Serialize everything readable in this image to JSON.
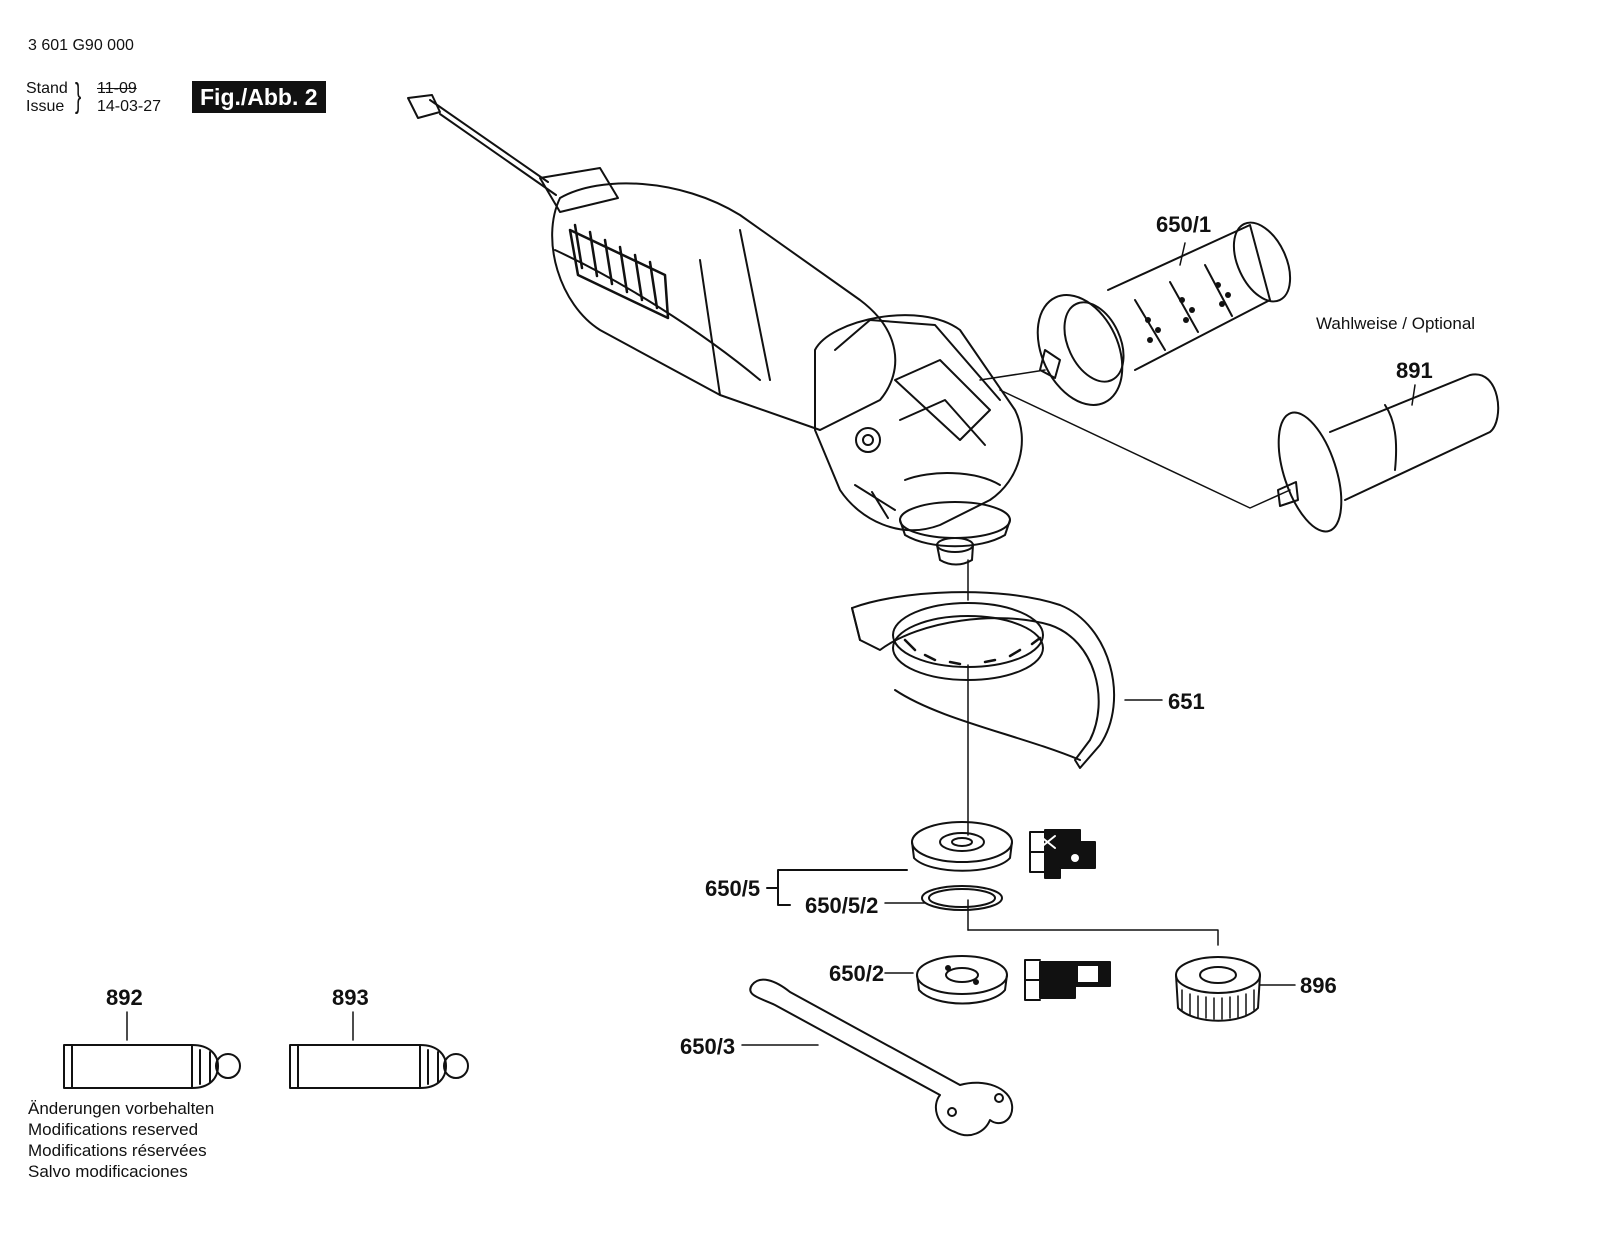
{
  "header": {
    "doc_number": "3 601 G90 000",
    "stand_label": "Stand",
    "issue_label": "Issue",
    "stand_old": "11-09",
    "issue_date": "14-03-27",
    "figure_label": "Fig./Abb. 2"
  },
  "optional_note": "Wahlweise / Optional",
  "parts": {
    "p650_1": "650/1",
    "p891": "891",
    "p651": "651",
    "p650_5": "650/5",
    "p650_5_2": "650/5/2",
    "p650_2": "650/2",
    "p896": "896",
    "p650_3": "650/3",
    "p892": "892",
    "p893": "893"
  },
  "footer": {
    "line_de": "Änderungen vorbehalten",
    "line_en": "Modifications reserved",
    "line_fr": "Modifications réservées",
    "line_es": "Salvo modificaciones"
  }
}
